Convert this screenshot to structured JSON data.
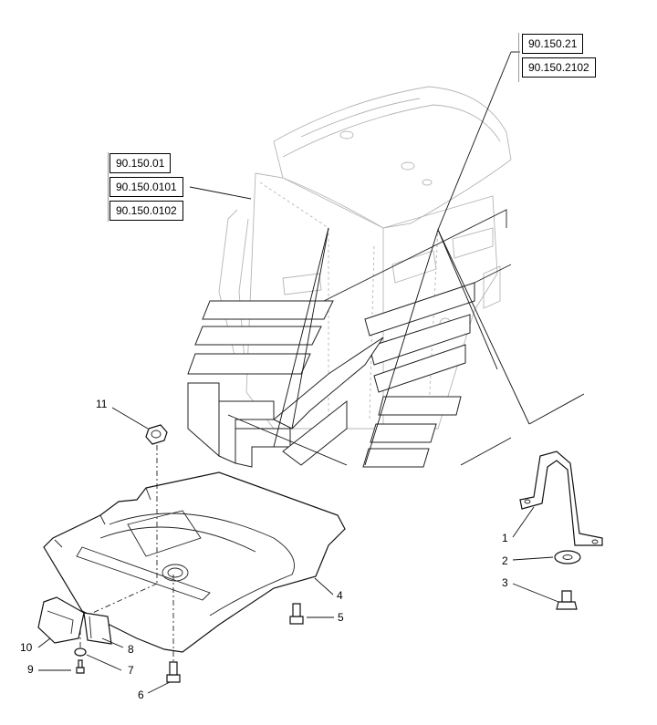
{
  "references": {
    "cab_top": [
      "90.150.21",
      "90.150.2102"
    ],
    "cab_frame": [
      "90.150.01",
      "90.150.0101",
      "90.150.0102"
    ]
  },
  "callouts": [
    "1",
    "2",
    "3",
    "4",
    "5",
    "6",
    "7",
    "8",
    "9",
    "10",
    "11"
  ]
}
